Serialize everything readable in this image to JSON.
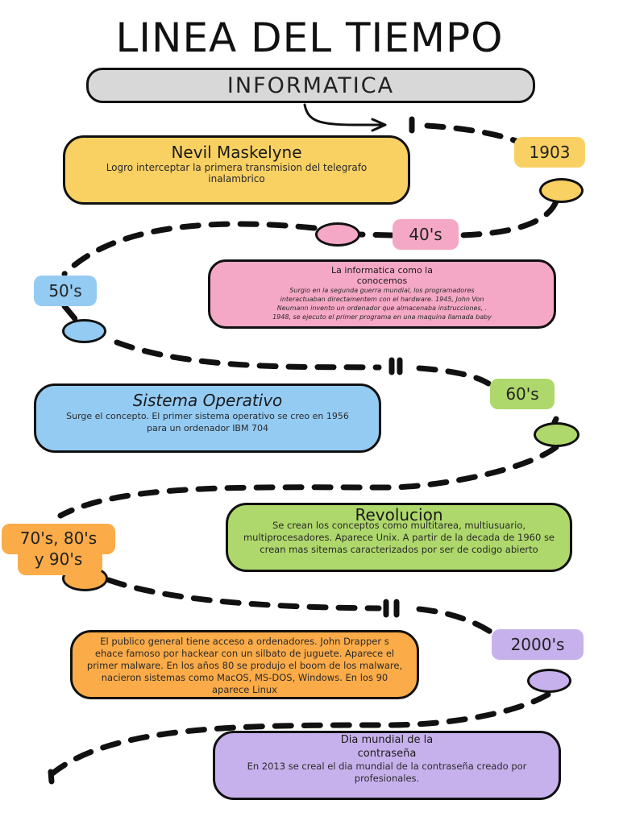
{
  "header": {
    "title": "LINEA DEL TIEMPO",
    "subtitle": "INFORMATICA"
  },
  "colors": {
    "yellow": "#f9d062",
    "pink": "#f5a8c5",
    "blue": "#94cbf3",
    "green": "#aed86b",
    "orange": "#fbab48",
    "purple": "#c7b1ec",
    "line": "#111111",
    "subtitle_bg": "#d8d8d8"
  },
  "events": [
    {
      "id": "1903",
      "badge": "1903",
      "title": "Nevil Maskelyne",
      "text": "Logro interceptar la primera transmision del telegrafo inalambrico",
      "color": "yellow"
    },
    {
      "id": "40s",
      "badge": "40's",
      "title": "La informatica como la conocemos",
      "text": "Surgio en la segunda guerra mundial, los programadores interactuaban directamentem con el hardware. 1945, John Von Neumann invento un ordenador que almacenaba instrucciones, . 1948, se ejecuto el primer programa en una maquina llamada baby",
      "color": "pink"
    },
    {
      "id": "50s",
      "badge": "50's",
      "title": "Sistema Operativo",
      "text": "Surge el concepto. El primer sistema operativo se creo en 1956 para un ordenador IBM 704",
      "color": "blue"
    },
    {
      "id": "60s",
      "badge": "60's",
      "title": "Revolucion",
      "text": "Se crean los conceptos como multitarea, multiusuario, multiprocesadores. Aparece Unix. A partir de la decada de 1960 se crean mas sitemas caracterizados por ser de codigo abierto",
      "color": "green"
    },
    {
      "id": "70s-90s",
      "badge": "70's, 80's y 90's",
      "title": "",
      "text": "El publico general tiene acceso a ordenadores. John Drapper s ehace famoso por hackear con un silbato de juguete. Aparece el primer malware. En los años 80 se produjo el boom de los malware, nacieron sistemas como MacOS, MS-DOS, Windows. En los 90 aparece Linux",
      "color": "orange"
    },
    {
      "id": "2000s",
      "badge": "2000's",
      "title": "Dia mundial de la contraseña",
      "text": "En 2013 se creal el dia mundial de la contraseña creado por profesionales.",
      "color": "purple"
    }
  ]
}
